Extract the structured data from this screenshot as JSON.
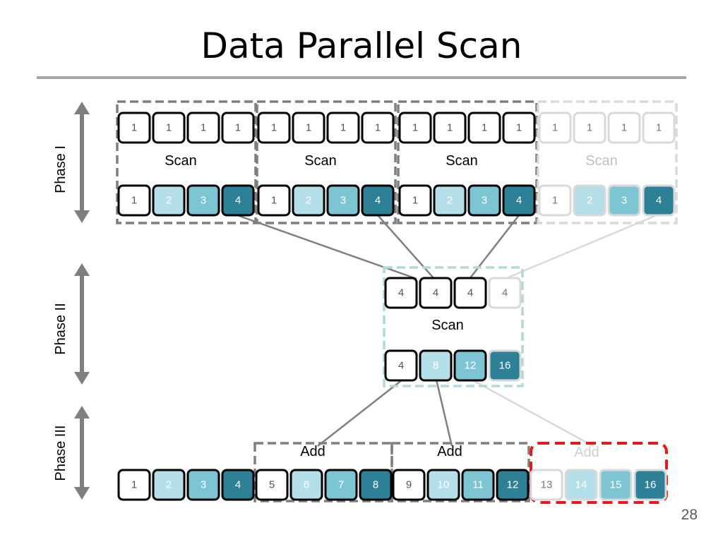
{
  "slide": {
    "title": "Data Parallel Scan",
    "page_number": "28"
  },
  "phases": [
    "Phase I",
    "Phase II",
    "Phase III"
  ],
  "phase1": {
    "inputs": [
      [
        "1",
        "1",
        "1",
        "1"
      ],
      [
        "1",
        "1",
        "1",
        "1"
      ],
      [
        "1",
        "1",
        "1",
        "1"
      ],
      [
        "1",
        "1",
        "1",
        "1"
      ]
    ],
    "labels": [
      "Scan",
      "Scan",
      "Scan",
      "Scan"
    ],
    "outputs": [
      [
        "1",
        "2",
        "3",
        "4"
      ],
      [
        "1",
        "2",
        "3",
        "4"
      ],
      [
        "1",
        "2",
        "3",
        "4"
      ],
      [
        "1",
        "2",
        "3",
        "4"
      ]
    ]
  },
  "phase2": {
    "inputs": [
      "4",
      "4",
      "4",
      "4"
    ],
    "label": "Scan",
    "outputs": [
      "4",
      "8",
      "12",
      "16"
    ]
  },
  "phase3": {
    "labels": [
      "Add",
      "Add",
      "Add"
    ],
    "result": [
      "1",
      "2",
      "3",
      "4",
      "5",
      "6",
      "7",
      "8",
      "9",
      "10",
      "11",
      "12",
      "13",
      "14",
      "15",
      "16"
    ]
  },
  "colors": {
    "shade_0": "#ffffff",
    "shade_1": "#b5dfe8",
    "shade_2": "#7ec5d4",
    "shade_3": "#2e8096",
    "dark_border": "#000000",
    "faded_border": "#d9d9d9",
    "dash_gray": "#7f7f7f",
    "highlight_red": "#e41a1c"
  }
}
